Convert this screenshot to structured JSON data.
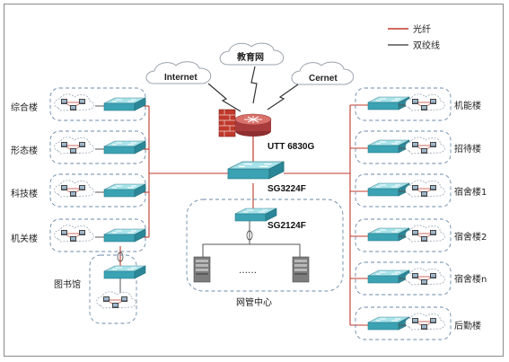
{
  "legend": {
    "fiber_label": "光纤",
    "twisted_label": "双绞线",
    "fiber_color": "#c0392b",
    "twisted_color": "#555555"
  },
  "clouds": {
    "internet": "Internet",
    "education": "教育网",
    "cernet": "Cernet"
  },
  "devices": {
    "router": "UTT 6830G",
    "core_switch": "SG3224F",
    "access_switch": "SG2124F"
  },
  "left_buildings": [
    "综合楼",
    "形态楼",
    "科技楼",
    "机关楼"
  ],
  "library": "图书馆",
  "right_buildings": [
    "机能楼",
    "招待楼",
    "宿舍楼1",
    "宿舍楼2",
    "宿舍楼n",
    "后勤楼"
  ],
  "nms": {
    "label": "网管中心",
    "dots": "……"
  },
  "colors": {
    "switch_top": "#7ed3dc",
    "switch_side": "#3aa2b3",
    "router": "#c94a4a",
    "firewall": "#c0392b",
    "dashed": "#6a8aa8"
  }
}
